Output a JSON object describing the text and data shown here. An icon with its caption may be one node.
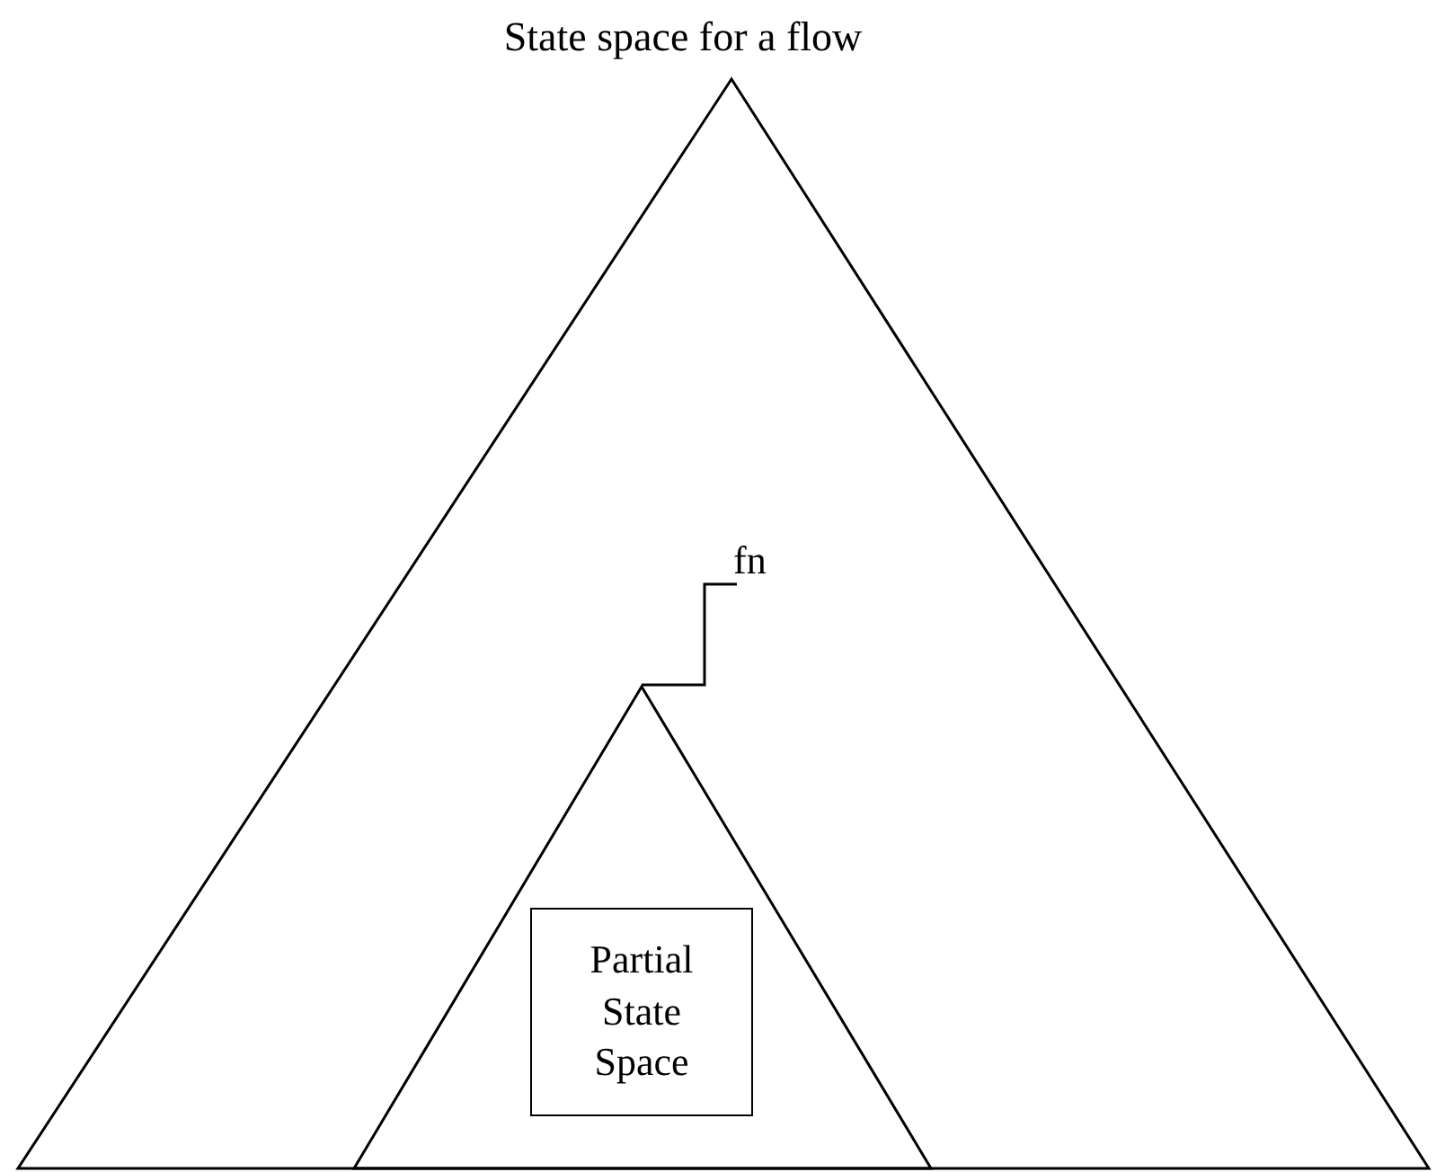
{
  "diagram": {
    "nodes": [
      {
        "text": [
          "State space for a flow"
        ]
      },
      {
        "text": [],
        "shape": "triangle",
        "in": 0
      },
      {
        "text": [
          "Partial State Space"
        ],
        "in": 1
      },
      {
        "text": [
          "fn"
        ],
        "in": 0
      }
    ],
    "edges": [
      {
        "from": 3,
        "to": 1,
        "arrow": "none"
      }
    ]
  }
}
